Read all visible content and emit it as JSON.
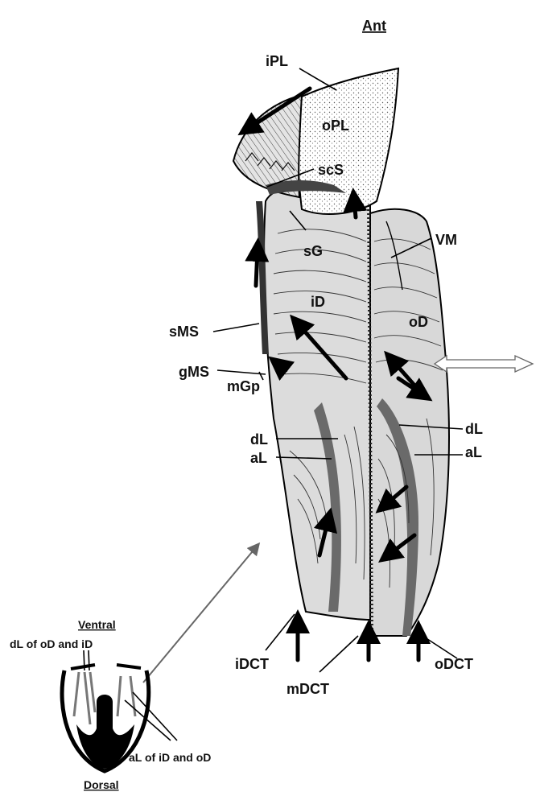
{
  "diagram": {
    "orientation": {
      "anterior": "Ant",
      "ventral": "Ventral",
      "dorsal": "Dorsal"
    },
    "labels": {
      "iPL": "iPL",
      "oPL": "oPL",
      "scS": "scS",
      "sG": "sG",
      "VM": "VM",
      "iD": "iD",
      "oD": "oD",
      "sMS": "sMS",
      "gMS": "gMS",
      "mGp": "mGp",
      "dL_left": "dL",
      "aL_left": "aL",
      "dL_right": "dL",
      "aL_right": "aL",
      "iDCT": "iDCT",
      "mDCT": "mDCT",
      "oDCT": "oDCT"
    },
    "inset": {
      "top_label": "dL of oD and iD",
      "bottom_label": "aL of iD and oD"
    }
  }
}
